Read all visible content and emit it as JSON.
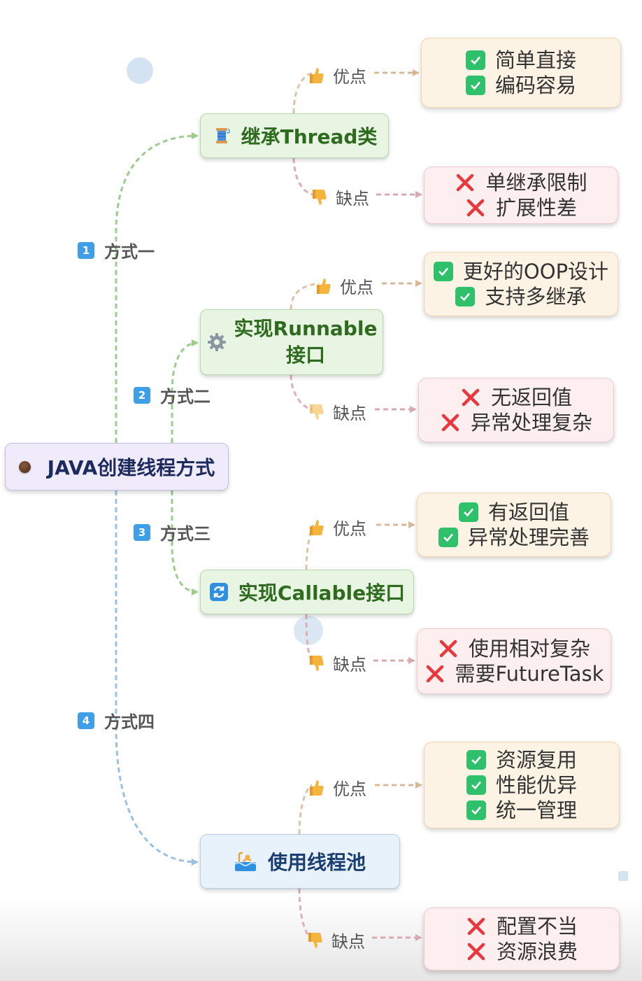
{
  "root": {
    "label": "JAVA创建线程方式"
  },
  "labels": {
    "pro": "优点",
    "con": "缺点"
  },
  "methods": [
    {
      "label": "方式一",
      "num": "1",
      "node": "继承Thread类",
      "icon": "spool-icon",
      "pros": [
        "简单直接",
        "编码容易"
      ],
      "cons": [
        "单继承限制",
        "扩展性差"
      ]
    },
    {
      "label": "方式二",
      "num": "2",
      "node": "实现Runnable接口",
      "node_line1": "实现Runnable",
      "node_line2": "接口",
      "icon": "gear-icon",
      "pros": [
        "更好的OOP设计",
        "支持多继承"
      ],
      "cons": [
        "无返回值",
        "异常处理复杂"
      ]
    },
    {
      "label": "方式三",
      "num": "3",
      "node": "实现Callable接口",
      "icon": "refresh-icon",
      "pros": [
        "有返回值",
        "异常处理完善"
      ],
      "cons": [
        "使用相对复杂",
        "需要FutureTask"
      ]
    },
    {
      "label": "方式四",
      "num": "4",
      "node": "使用线程池",
      "icon": "pool-icon",
      "pros": [
        "资源复用",
        "性能优异",
        "统一管理"
      ],
      "cons": [
        "配置不当",
        "资源浪费"
      ]
    }
  ],
  "colors": {
    "green_link": "#9ccc8c",
    "blue_link": "#9cc0e0",
    "pro_link": "#dfc3a8",
    "con_link": "#dcb0b6",
    "check": "#2ec06a",
    "cross": "#e8383d",
    "badge": "#3f9ee8"
  }
}
